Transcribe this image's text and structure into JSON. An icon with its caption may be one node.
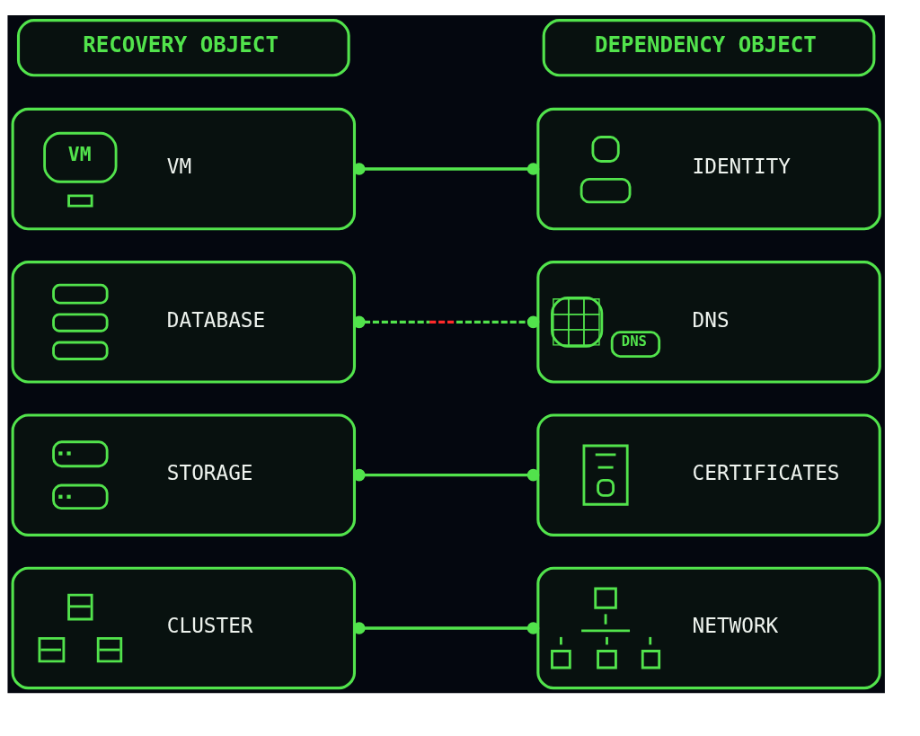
{
  "diagram": {
    "nodes": [
      {
        "text": [
          "RECOVERY OBJECT"
        ]
      },
      {
        "text": [
          "DEPENDENCY OBJECT"
        ]
      },
      {
        "text": [
          "VM",
          "VM"
        ]
      },
      {
        "text": [
          "IDENTITY"
        ]
      },
      {
        "text": [
          "DATABASE"
        ]
      },
      {
        "text": [
          "DNS",
          "DNS"
        ]
      },
      {
        "text": [
          "STORAGE"
        ]
      },
      {
        "text": [
          "CERTIFICATES"
        ]
      },
      {
        "text": [
          "CLUSTER"
        ]
      },
      {
        "text": [
          "NETWORK"
        ]
      }
    ],
    "edges": [
      {
        "from": 2,
        "to": 3,
        "arrow": "other"
      },
      {
        "from": 4,
        "to": 5,
        "arrow": "other",
        "style": "dashed"
      },
      {
        "from": 6,
        "to": 7,
        "arrow": "other"
      },
      {
        "from": 8,
        "to": 9,
        "arrow": "other"
      }
    ]
  }
}
